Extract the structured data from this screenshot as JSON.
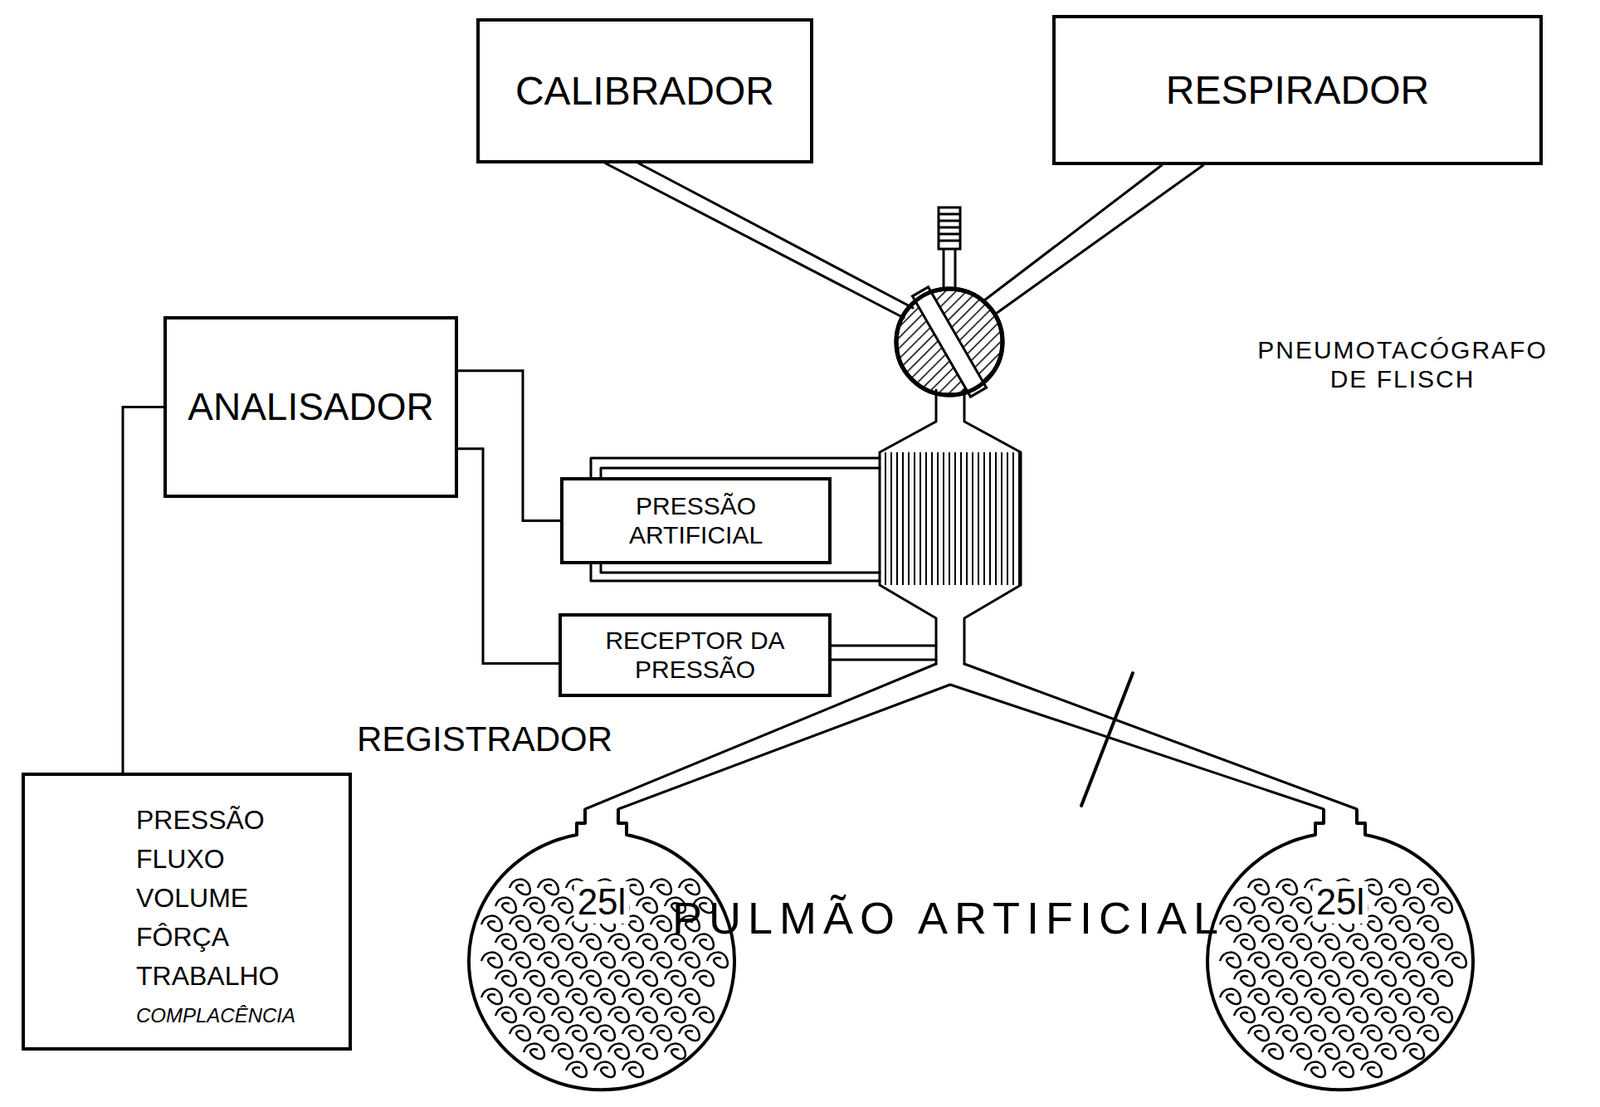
{
  "diagram": {
    "nodes": [
      {
        "text": [
          "CALIBRADOR"
        ]
      },
      {
        "text": [
          "RESPIRADOR"
        ]
      },
      {
        "text": [
          "ANALISADOR"
        ]
      },
      {
        "text": [
          "PRESSÃO ARTIFICIAL"
        ]
      },
      {
        "text": [
          "RECEPTOR DA PRESSÃO"
        ]
      },
      {
        "text": [
          "PRESSÃO",
          "FLUXO",
          "VOLUME",
          "FÔRÇA",
          "TRABALHO",
          "COMPLACÊNCIA"
        ]
      },
      {
        "text": [
          "25l"
        ]
      },
      {
        "text": [
          "25l"
        ]
      }
    ],
    "edges": [
      {
        "from": 2,
        "to": 3,
        "arrow": "none"
      },
      {
        "from": 2,
        "to": 4,
        "arrow": "none"
      },
      {
        "from": 2,
        "to": 5,
        "arrow": "none"
      }
    ],
    "labels": [
      "REGISTRADOR",
      "PNEUMOTACÓGRAFO DE FLISCH",
      "PULMÃO ARTIFICIAL"
    ]
  }
}
